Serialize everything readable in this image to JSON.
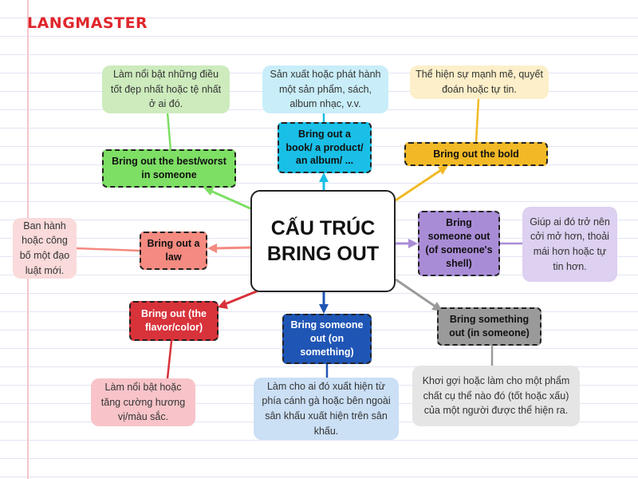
{
  "logo": "LANGMASTER",
  "center": {
    "line1": "CẤU TRÚC",
    "line2": "BRING OUT"
  },
  "colors": {
    "green": "#7ddf64",
    "cyan": "#19bfe6",
    "yellow": "#f2b926",
    "purple": "#a98cd6",
    "gray": "#9a9a9a",
    "blue": "#1f55b5",
    "red": "#d8323a",
    "salmon": "#f48a80"
  },
  "branches": {
    "best_worst": "Bring out the best/worst in someone",
    "book": "Bring out a book/ a product/ an album/ ...",
    "bold": "Bring out the bold",
    "shell": "Bring someone out (of someone's shell)",
    "something": "Bring something out (in someone)",
    "on_something": "Bring someone out (on something)",
    "flavor": "Bring out (the flavor/color)",
    "law": "Bring out a law"
  },
  "descriptions": {
    "best_worst": "Làm nổi bật những điều tốt đẹp nhất hoặc tệ nhất ở ai đó.",
    "book": "Sản xuất hoặc phát hành một sản phẩm, sách, album nhạc, v.v.",
    "bold": "Thể hiện sự mạnh mẽ, quyết đoán hoặc tự tin.",
    "shell": "Giúp ai đó trở nên cởi mở hơn, thoải mái hơn hoặc tự tin hơn.",
    "something": "Khơi gợi hoặc làm cho một phẩm chất cụ thể nào đó (tốt hoặc xấu) của một người được thể hiện ra.",
    "on_something": "Làm cho ai đó xuất hiện từ phía cánh gà hoặc bên ngoài sân khấu xuất hiện trên sân khấu.",
    "flavor": "Làm nổi bật hoặc tăng cường hương vị/màu sắc.",
    "law": "Ban hành hoặc công bố một đạo luật mới."
  }
}
